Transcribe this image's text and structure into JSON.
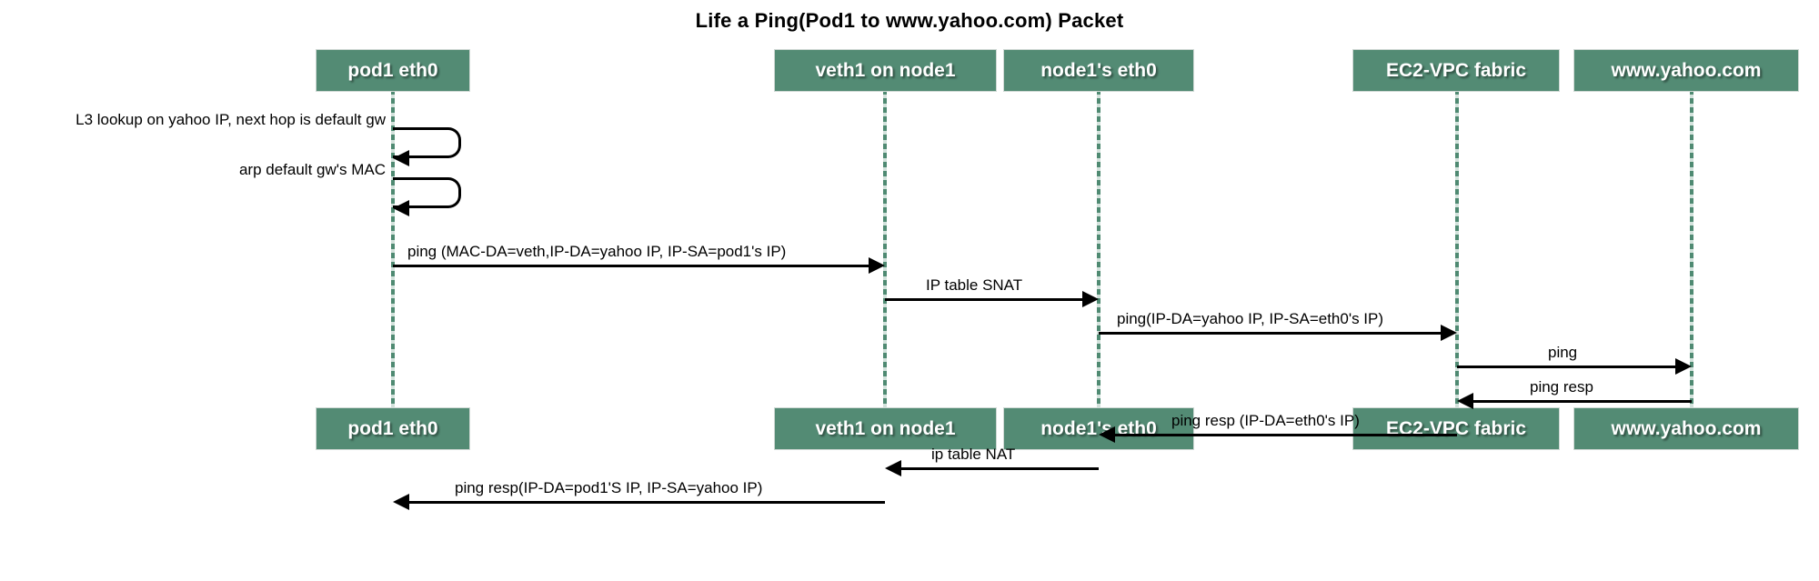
{
  "diagram": {
    "title": "Life a Ping(Pod1 to www.yahoo.com) Packet",
    "type": "sequence-diagram",
    "colors": {
      "actor_fill": "#538b74",
      "actor_text": "#ffffff",
      "lifeline": "#4f8a72",
      "message": "#000000",
      "background": "#ffffff"
    },
    "participants": [
      {
        "id": "pod1",
        "label": "pod1 eth0"
      },
      {
        "id": "veth1",
        "label": "veth1 on node1"
      },
      {
        "id": "node1eth0",
        "label": "node1's eth0"
      },
      {
        "id": "ec2vpc",
        "label": "EC2-VPC fabric"
      },
      {
        "id": "yahoo",
        "label": "www.yahoo.com"
      }
    ],
    "messages": [
      {
        "label": "L3 lookup on yahoo IP, next hop is default gw",
        "from": "pod1",
        "to": "pod1",
        "kind": "self"
      },
      {
        "label": "arp default gw's MAC",
        "from": "pod1",
        "to": "pod1",
        "kind": "self"
      },
      {
        "label": "ping (MAC-DA=veth,IP-DA=yahoo IP, IP-SA=pod1's IP)",
        "from": "pod1",
        "to": "veth1",
        "kind": "right"
      },
      {
        "label": "IP table SNAT",
        "from": "veth1",
        "to": "node1eth0",
        "kind": "right"
      },
      {
        "label": "ping(IP-DA=yahoo IP, IP-SA=eth0's IP)",
        "from": "node1eth0",
        "to": "ec2vpc",
        "kind": "right"
      },
      {
        "label": "ping",
        "from": "ec2vpc",
        "to": "yahoo",
        "kind": "right"
      },
      {
        "label": "ping resp",
        "from": "yahoo",
        "to": "ec2vpc",
        "kind": "left"
      },
      {
        "label": "ping resp (IP-DA=eth0's IP)",
        "from": "ec2vpc",
        "to": "node1eth0",
        "kind": "left"
      },
      {
        "label": "ip table NAT",
        "from": "node1eth0",
        "to": "veth1",
        "kind": "left"
      },
      {
        "label": "ping resp(IP-DA=pod1'S IP, IP-SA=yahoo IP)",
        "from": "veth1",
        "to": "pod1",
        "kind": "left"
      }
    ]
  }
}
